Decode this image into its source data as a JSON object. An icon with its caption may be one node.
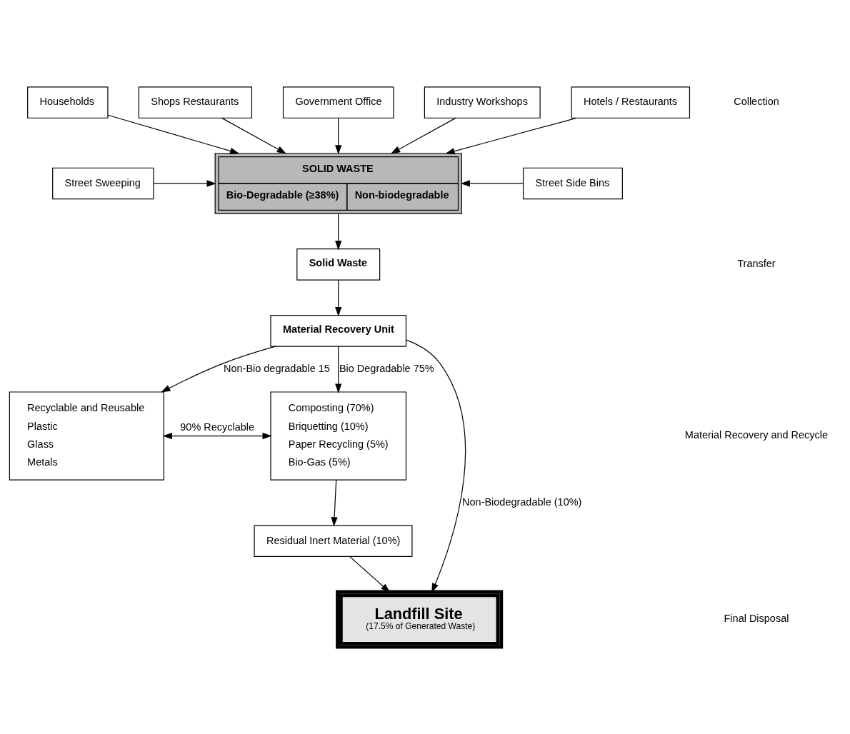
{
  "diagram": {
    "nodes": [
      {
        "text": [
          "Households"
        ]
      },
      {
        "text": [
          "Shops Restaurants"
        ]
      },
      {
        "text": [
          "Government Office"
        ]
      },
      {
        "text": [
          "Industry Workshops"
        ]
      },
      {
        "text": [
          "Hotels / Restaurants"
        ]
      },
      {
        "text": [
          "Street Sweeping"
        ]
      },
      {
        "text": [
          "SOLID WASTE",
          "Bio-Degradable (≥38%)",
          "Non-biodegradable"
        ]
      },
      {
        "text": [
          "Street Side Bins"
        ]
      },
      {
        "text": [
          "Solid Waste"
        ]
      },
      {
        "text": [
          "Material Recovery Unit"
        ]
      },
      {
        "text": [
          "Recyclable and Reusable",
          "Plastic",
          "Glass",
          "Metals"
        ]
      },
      {
        "text": [
          "Composting (70%)",
          "Briquetting (10%)",
          "Paper Recycling (5%)",
          "Bio-Gas (5%)"
        ]
      },
      {
        "text": [
          "Residual Inert Material (10%)"
        ]
      },
      {
        "text": [
          "Landfill Site",
          "(17.5% of Generated Waste)"
        ]
      }
    ],
    "edges": [
      {
        "from": 0,
        "to": 6,
        "arrow": "to"
      },
      {
        "from": 1,
        "to": 6,
        "arrow": "to"
      },
      {
        "from": 2,
        "to": 6,
        "arrow": "to"
      },
      {
        "from": 3,
        "to": 6,
        "arrow": "to"
      },
      {
        "from": 4,
        "to": 6,
        "arrow": "to"
      },
      {
        "from": 5,
        "to": 6,
        "arrow": "to"
      },
      {
        "from": 7,
        "to": 6,
        "arrow": "to"
      },
      {
        "from": 6,
        "to": 8,
        "arrow": "to"
      },
      {
        "from": 8,
        "to": 9,
        "arrow": "to"
      },
      {
        "from": 9,
        "to": 10,
        "arrow": "to",
        "label": "Non-Bio degradable 15"
      },
      {
        "from": 9,
        "to": 11,
        "arrow": "to",
        "label": "Bio Degradable 75%"
      },
      {
        "from": 10,
        "to": 11,
        "arrow": "both",
        "label": "90% Recyclable"
      },
      {
        "from": 11,
        "to": 12,
        "arrow": "to"
      },
      {
        "from": 9,
        "to": 13,
        "arrow": "to",
        "label": "Non-Biodegradable (10%)"
      },
      {
        "from": 12,
        "to": 13,
        "arrow": "to"
      }
    ],
    "labels": [
      "Collection",
      "Transfer",
      "Material Recovery and Recycle",
      "Final Disposal"
    ]
  }
}
